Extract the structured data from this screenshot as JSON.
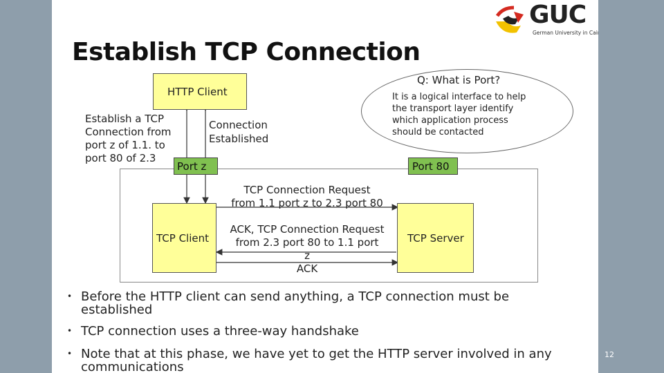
{
  "slide": {
    "title": "Establish TCP Connection",
    "page_number": "12"
  },
  "logo": {
    "name": "GUC",
    "subtitle": "German University in Cairo"
  },
  "diagram": {
    "http_client": "HTTP Client",
    "establish_note": [
      "Establish a TCP",
      "Connection from",
      "port z of 1.1. to",
      "port 80 of 2.3"
    ],
    "connection_established": [
      "Connection",
      "Established"
    ],
    "port_z": "Port z",
    "port_80": "Port 80",
    "tcp_client": "TCP Client",
    "tcp_server": "TCP Server",
    "request_label": [
      "TCP Connection Request",
      "from 1.1 port z to 2.3 port 80"
    ],
    "ack_label": [
      "ACK, TCP Connection Request",
      "from 2.3 port 80 to 1.1 port",
      "z"
    ],
    "ack": "ACK"
  },
  "callout": {
    "question": "Q: What is Port?",
    "answer": [
      "It is a logical interface to help",
      "the transport layer identify",
      "which application process",
      "should be contacted"
    ]
  },
  "bullets": [
    [
      "Before the HTTP client can send anything, a TCP connection must be",
      "established"
    ],
    [
      "TCP connection uses a three-way handshake"
    ],
    [
      "Note that at this phase, we have yet to get the HTTP server involved in any",
      "communications"
    ]
  ]
}
